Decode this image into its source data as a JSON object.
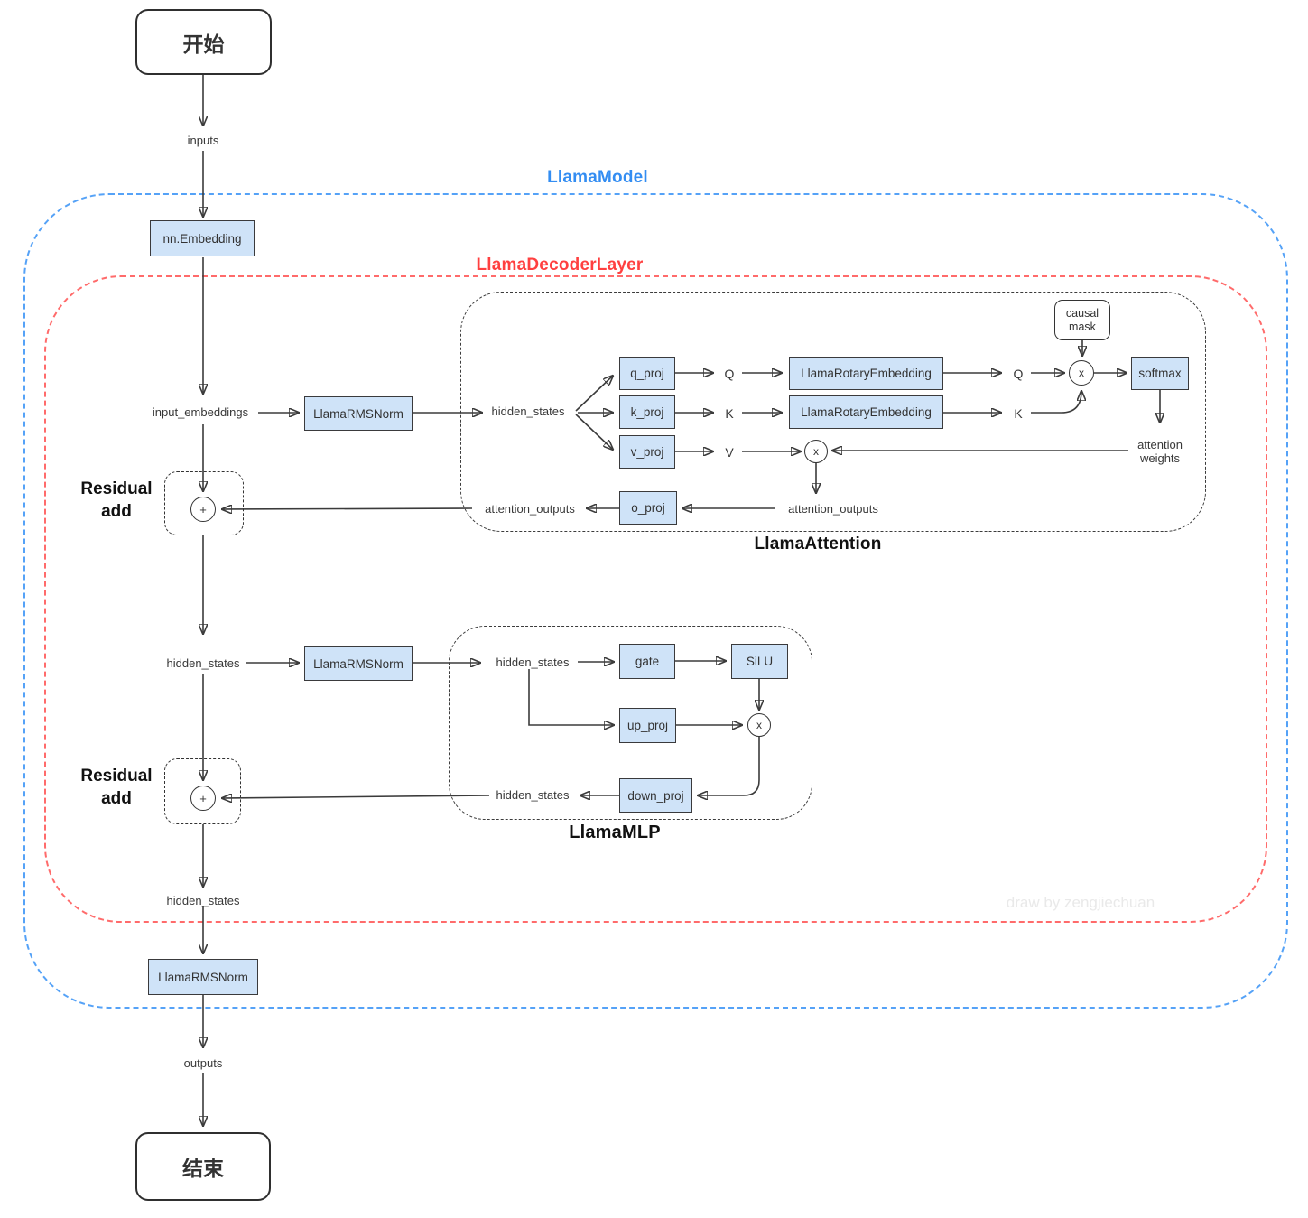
{
  "terminals": {
    "start": "开始",
    "end": "结束"
  },
  "containers": {
    "model": "LlamaModel",
    "decoder_layer": "LlamaDecoderLayer",
    "attention": "LlamaAttention",
    "mlp": "LlamaMLP"
  },
  "nodes": {
    "embedding": "nn.Embedding",
    "rmsnorm": "LlamaRMSNorm",
    "q_proj": "q_proj",
    "k_proj": "k_proj",
    "v_proj": "v_proj",
    "rotary_embedding": "LlamaRotaryEmbedding",
    "softmax": "softmax",
    "o_proj": "o_proj",
    "gate": "gate",
    "silu": "SiLU",
    "up_proj": "up_proj",
    "down_proj": "down_proj",
    "causal_mask": "causal\nmask"
  },
  "flow_labels": {
    "inputs": "inputs",
    "input_embeddings": "input_embeddings",
    "hidden_states": "hidden_states",
    "attention_outputs": "attention_outputs",
    "attention_weights": "attention\nweights",
    "outputs": "outputs",
    "q": "Q",
    "k": "K",
    "v": "V"
  },
  "operators": {
    "add": "+",
    "multiply": "x"
  },
  "annotations": {
    "residual_add": "Residual\nadd",
    "watermark": "draw by zengjiechuan"
  },
  "colors": {
    "node_fill": "#cfe3f8",
    "node_border": "#3a3a3c",
    "model_border": "#55a2f7",
    "model_label": "#338df2",
    "decoder_border": "#ff6b6b",
    "decoder_label": "#ff4040",
    "inner_border": "#3c3c3c",
    "arrow": "#3b3b3b",
    "watermark": "#e9e9e9"
  }
}
